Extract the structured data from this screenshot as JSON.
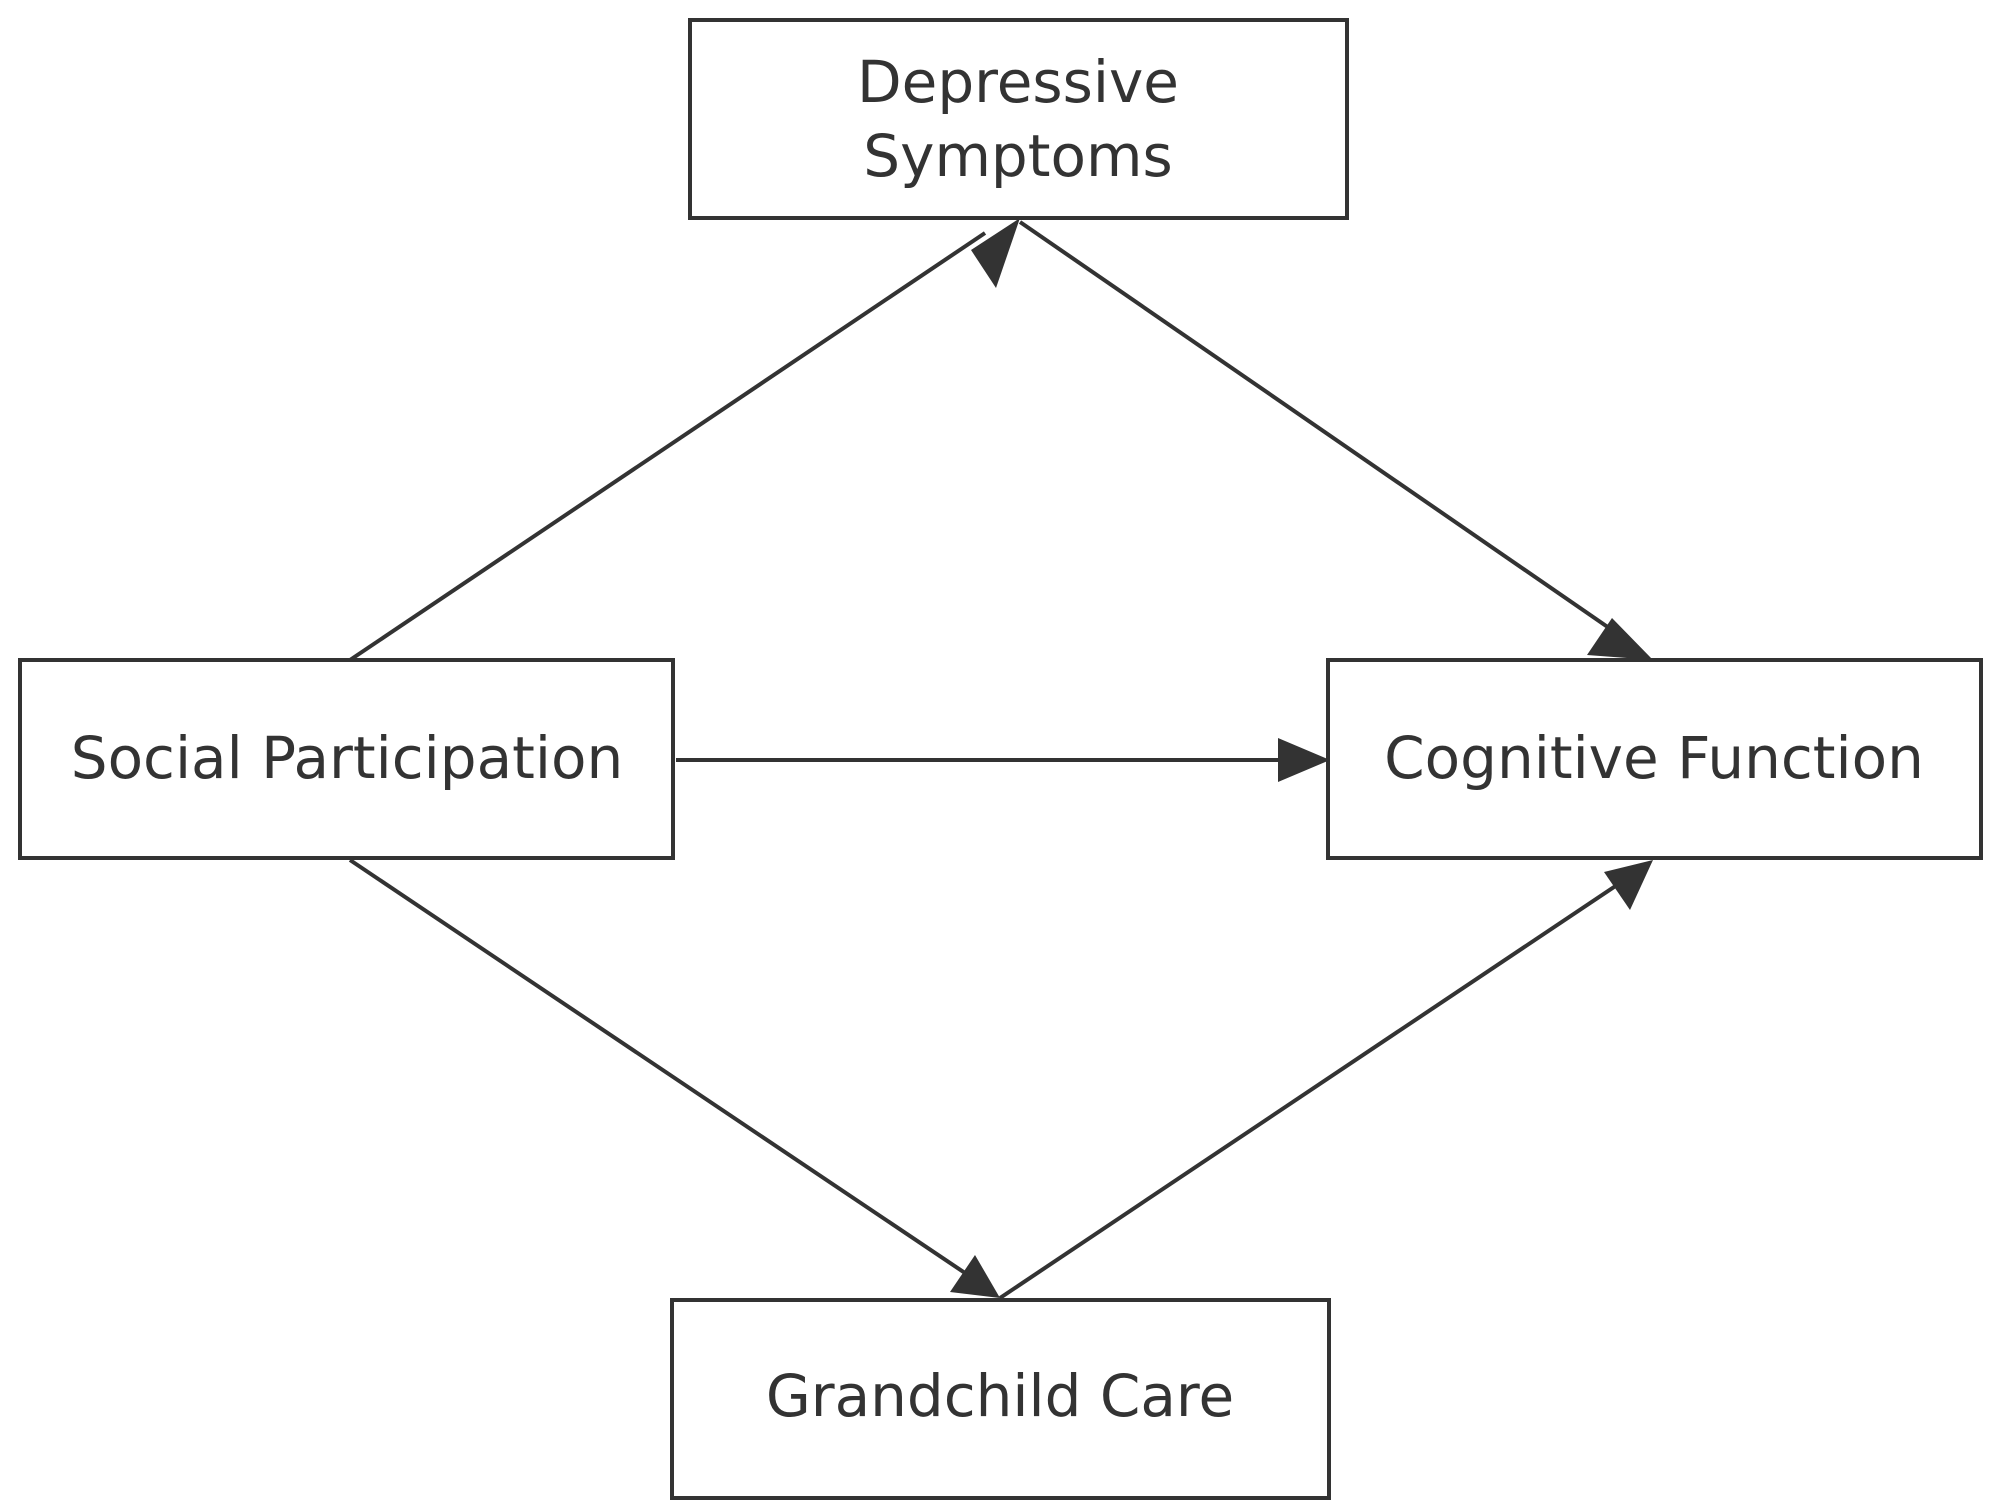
{
  "diagram": {
    "type": "path-model",
    "nodes": {
      "depressive_symptoms": {
        "line1": "Depressive",
        "line2": "Symptoms"
      },
      "social_participation": {
        "label": "Social Participation"
      },
      "cognitive_function": {
        "label": "Cognitive Function"
      },
      "grandchild_care": {
        "label": "Grandchild Care"
      }
    },
    "edges": [
      {
        "from": "social_participation",
        "to": "depressive_symptoms"
      },
      {
        "from": "depressive_symptoms",
        "to": "cognitive_function"
      },
      {
        "from": "social_participation",
        "to": "cognitive_function"
      },
      {
        "from": "social_participation",
        "to": "grandchild_care"
      },
      {
        "from": "grandchild_care",
        "to": "cognitive_function"
      }
    ]
  }
}
